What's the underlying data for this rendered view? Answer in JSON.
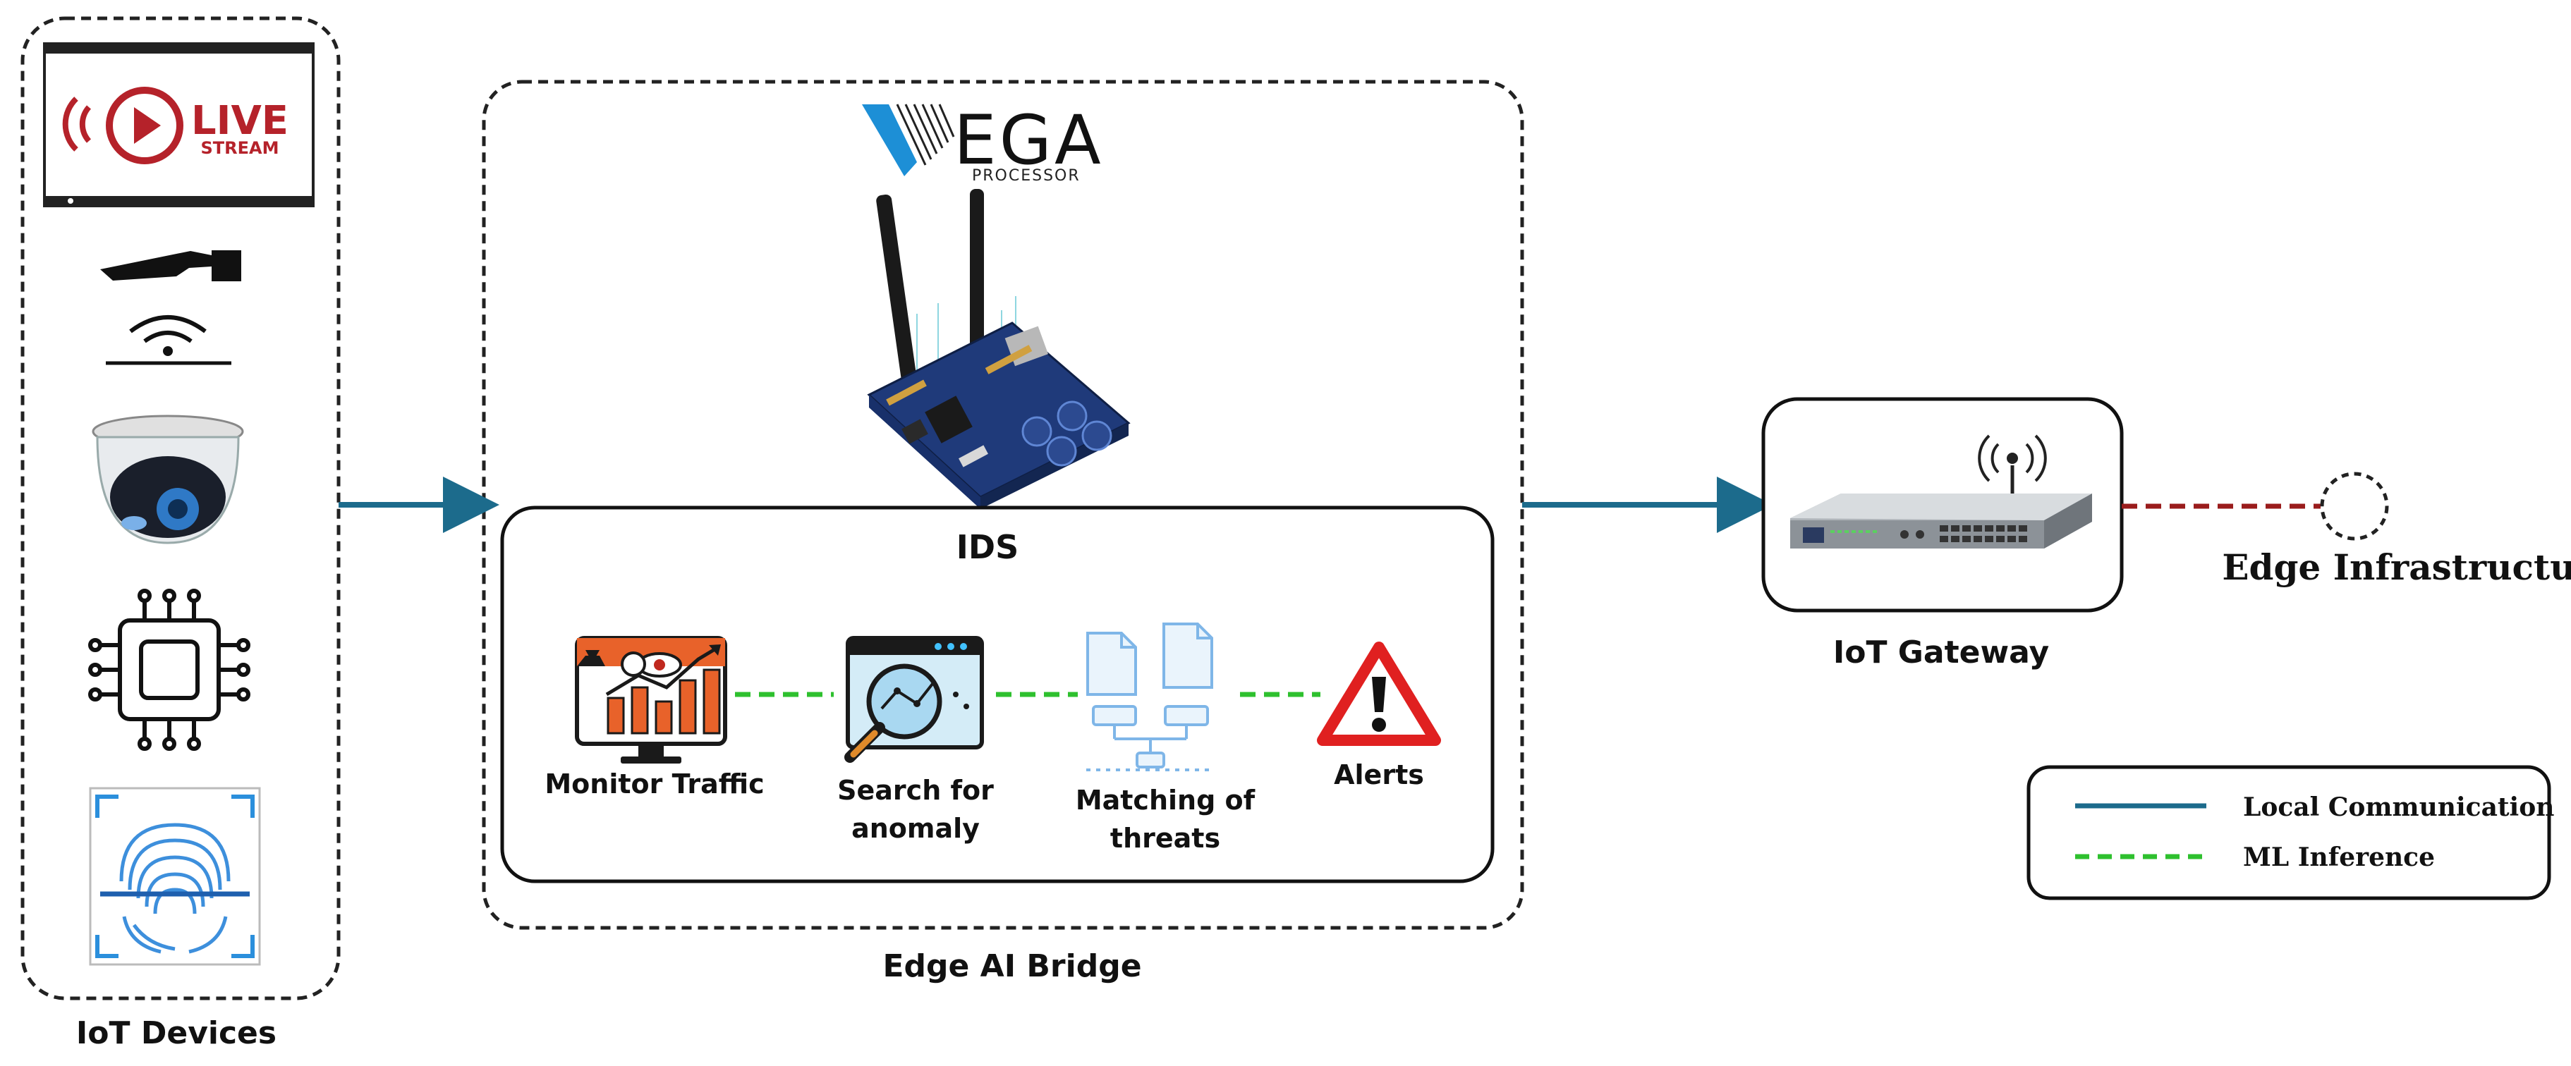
{
  "iot_devices": {
    "label": "IoT Devices",
    "live_badge": {
      "line1": "LIVE",
      "line2": "STREAM"
    },
    "icons": [
      "live-stream-icon",
      "touchless-sensor-icon",
      "dome-camera-icon",
      "microchip-icon",
      "fingerprint-icon"
    ]
  },
  "edge_bridge": {
    "label": "Edge AI Bridge",
    "brand": {
      "name": "EGA",
      "subtitle": "PROCESSOR"
    },
    "board": "board-icon"
  },
  "ids": {
    "title": "IDS",
    "steps": [
      {
        "line1": "Monitor Traffic",
        "line2": "",
        "icon": "monitor-traffic-icon"
      },
      {
        "line1": "Search for",
        "line2": "anomaly",
        "icon": "search-anomaly-icon"
      },
      {
        "line1": "Matching of",
        "line2": "threats",
        "icon": "matching-threats-icon"
      },
      {
        "line1": "Alerts",
        "line2": "",
        "icon": "alert-icon"
      }
    ]
  },
  "gateway": {
    "label": "IoT Gateway",
    "icon": "gateway-router-icon"
  },
  "edge_infrastructure": {
    "label": "Edge Infrastructure"
  },
  "legend": {
    "items": [
      {
        "label": "Local Communication",
        "style": "solid",
        "color": "#1c6b8c"
      },
      {
        "label": "ML Inference",
        "style": "dashed",
        "color": "#2ec02e"
      }
    ]
  },
  "colors": {
    "local_comm": "#1c6b8c",
    "ml_inference": "#2ec02e",
    "edge_link": "#9a1c1c",
    "live_red": "#b5222a",
    "vega_blue": "#1d8fd6",
    "board_blue": "#1f3a7a"
  }
}
